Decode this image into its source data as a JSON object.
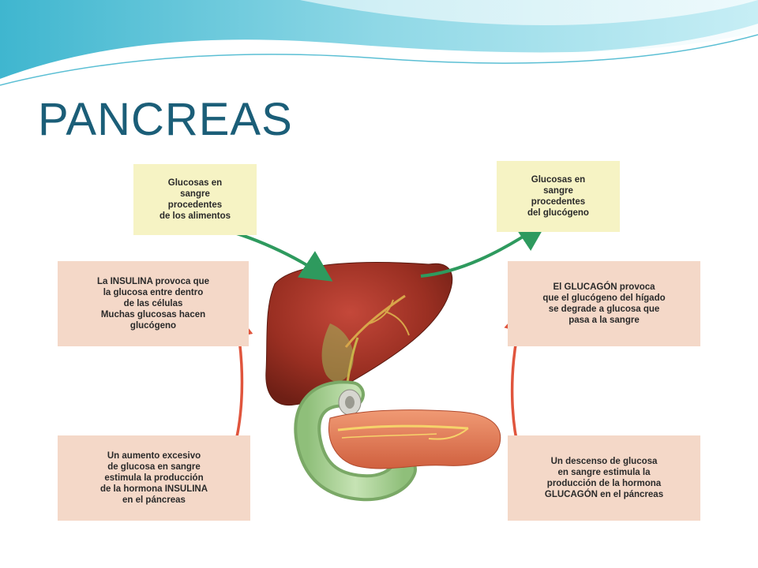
{
  "slide": {
    "title": "PANCREAS"
  },
  "diagram": {
    "boxes": {
      "glucose_food": "Glucosas en\nsangre\nprocedentes\nde los alimentos",
      "glucose_glycogen": "Glucosas en\nsangre\nprocedentes\ndel glucógeno",
      "insulin_effect": "La INSULINA provoca que\nla glucosa entre dentro\nde las células\nMuchas glucosas hacen\nglucógeno",
      "glucagon_effect": "El GLUCAGÓN provoca\nque el glucógeno del hígado\nse degrade a glucosa que\npasa a la sangre",
      "insulin_trigger": "Un aumento excesivo\nde glucosa en sangre\nestimula la producción\nde la hormona INSULINA\nen el páncreas",
      "glucagon_trigger": "Un descenso de glucosa\nen sangre estimula la\nproducción de la hormona\nGLUCAGÓN en el páncreas"
    },
    "colors": {
      "title": "#1b5e78",
      "green_arrow": "#2e9a5e",
      "red_arrow": "#e0553d",
      "liver": "#8e2a1e",
      "pancreas": "#e07a55",
      "duodenum": "#a9cf94",
      "yellow_box": "#f6f3c4",
      "peach_box": "#f4d8c8"
    },
    "icons": [
      "liver-illustration",
      "pancreas-illustration",
      "duodenum-illustration"
    ]
  }
}
